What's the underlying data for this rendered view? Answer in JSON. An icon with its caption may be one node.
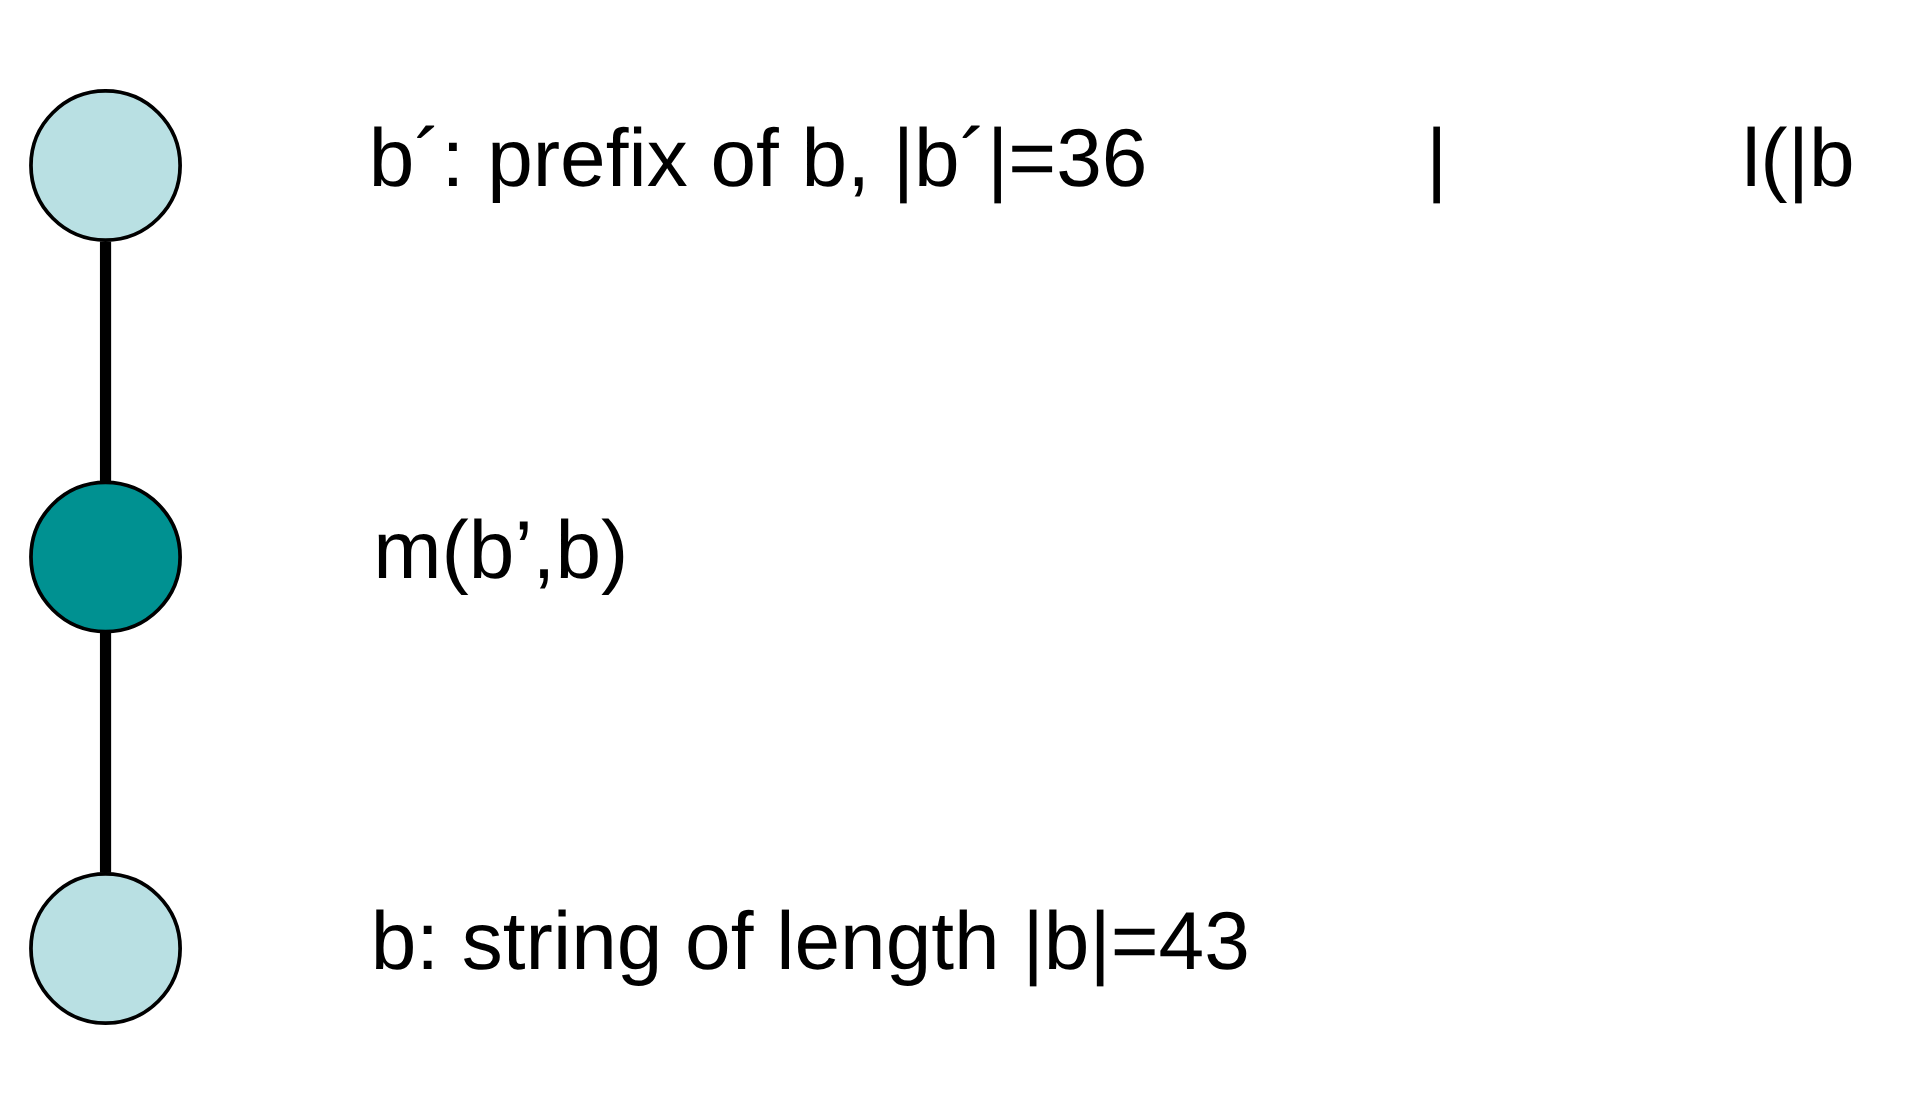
{
  "diagram": {
    "nodes": [
      {
        "text": [],
        "shape": "circle",
        "beside": [
          "b´: prefix of b, |b´|=36"
        ]
      },
      {
        "text": [],
        "shape": "circle",
        "beside": [
          "m(b’,b)"
        ]
      },
      {
        "text": [],
        "shape": "circle",
        "beside": [
          "b: string of length |b|=43"
        ]
      }
    ],
    "edges": [
      {
        "from": 0,
        "to": 1,
        "arrow": "none"
      },
      {
        "from": 1,
        "to": 2,
        "arrow": "none"
      }
    ],
    "labels": [
      "|",
      "l(|b"
    ]
  }
}
